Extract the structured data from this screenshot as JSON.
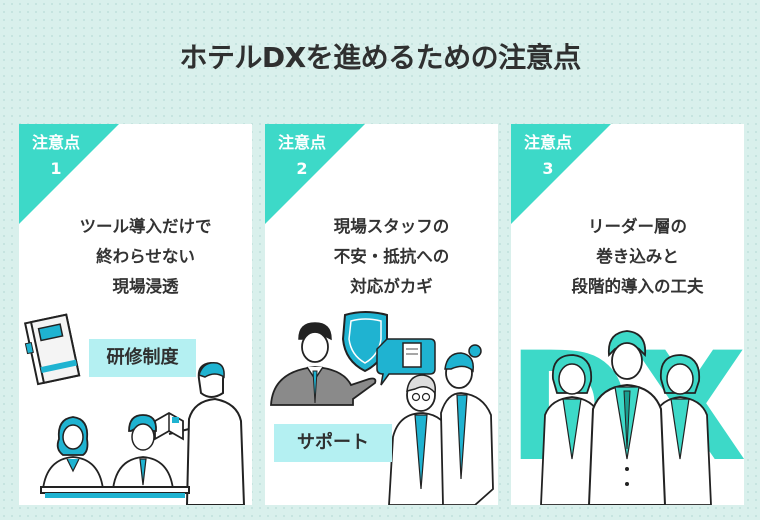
{
  "page": {
    "title": "ホテルDXを進めるための注意点"
  },
  "colors": {
    "background": "#d9f0ec",
    "accent": "#3dd9c8",
    "label_bg": "#b4f0f2",
    "illustration_blue": "#1fb3d1",
    "text": "#333333"
  },
  "cards": [
    {
      "badge_label": "注意点",
      "badge_number": "1",
      "headline_lines": [
        "ツール導入だけで",
        "終わらせない",
        "現場浸透"
      ],
      "illustration": "training-classroom",
      "tag": "研修制度"
    },
    {
      "badge_label": "注意点",
      "badge_number": "2",
      "headline_lines": [
        "現場スタッフの",
        "不安・抵抗への",
        "対応がカギ"
      ],
      "illustration": "support-staff",
      "tag": "サポート"
    },
    {
      "badge_label": "注意点",
      "badge_number": "3",
      "headline_lines": [
        "リーダー層の",
        "巻き込みと",
        "段階的導入の工夫"
      ],
      "illustration": "leaders-team",
      "backdrop_text": "DX"
    }
  ]
}
